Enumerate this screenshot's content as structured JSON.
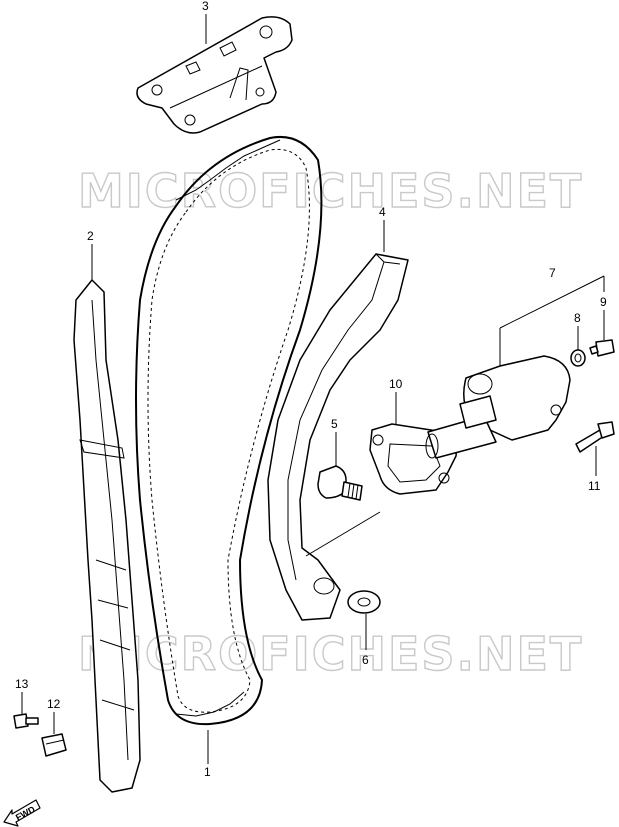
{
  "watermark": {
    "text": "MICROFICHES.NET"
  },
  "fwd_label": "FWD",
  "callouts": {
    "c1": "1",
    "c2": "2",
    "c3": "3",
    "c4": "4",
    "c5": "5",
    "c6": "6",
    "c7": "7",
    "c8": "8",
    "c9": "9",
    "c10": "10",
    "c11": "11",
    "c12": "12",
    "c13": "13"
  }
}
